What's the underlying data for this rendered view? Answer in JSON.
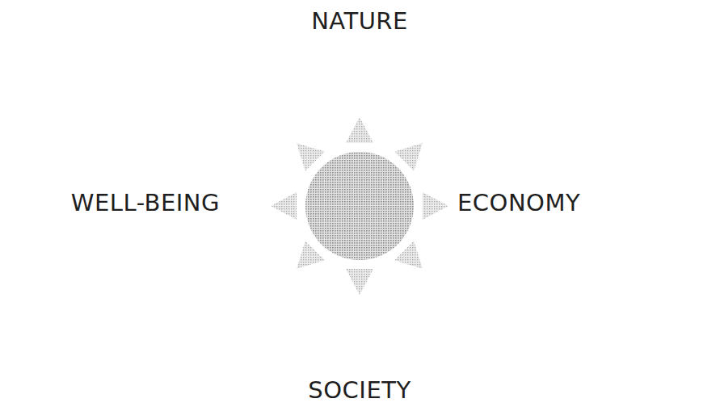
{
  "diagram": {
    "labels": [
      "NATURE",
      "WELL-BEING",
      "ECONOMY",
      "SOCIETY"
    ]
  }
}
